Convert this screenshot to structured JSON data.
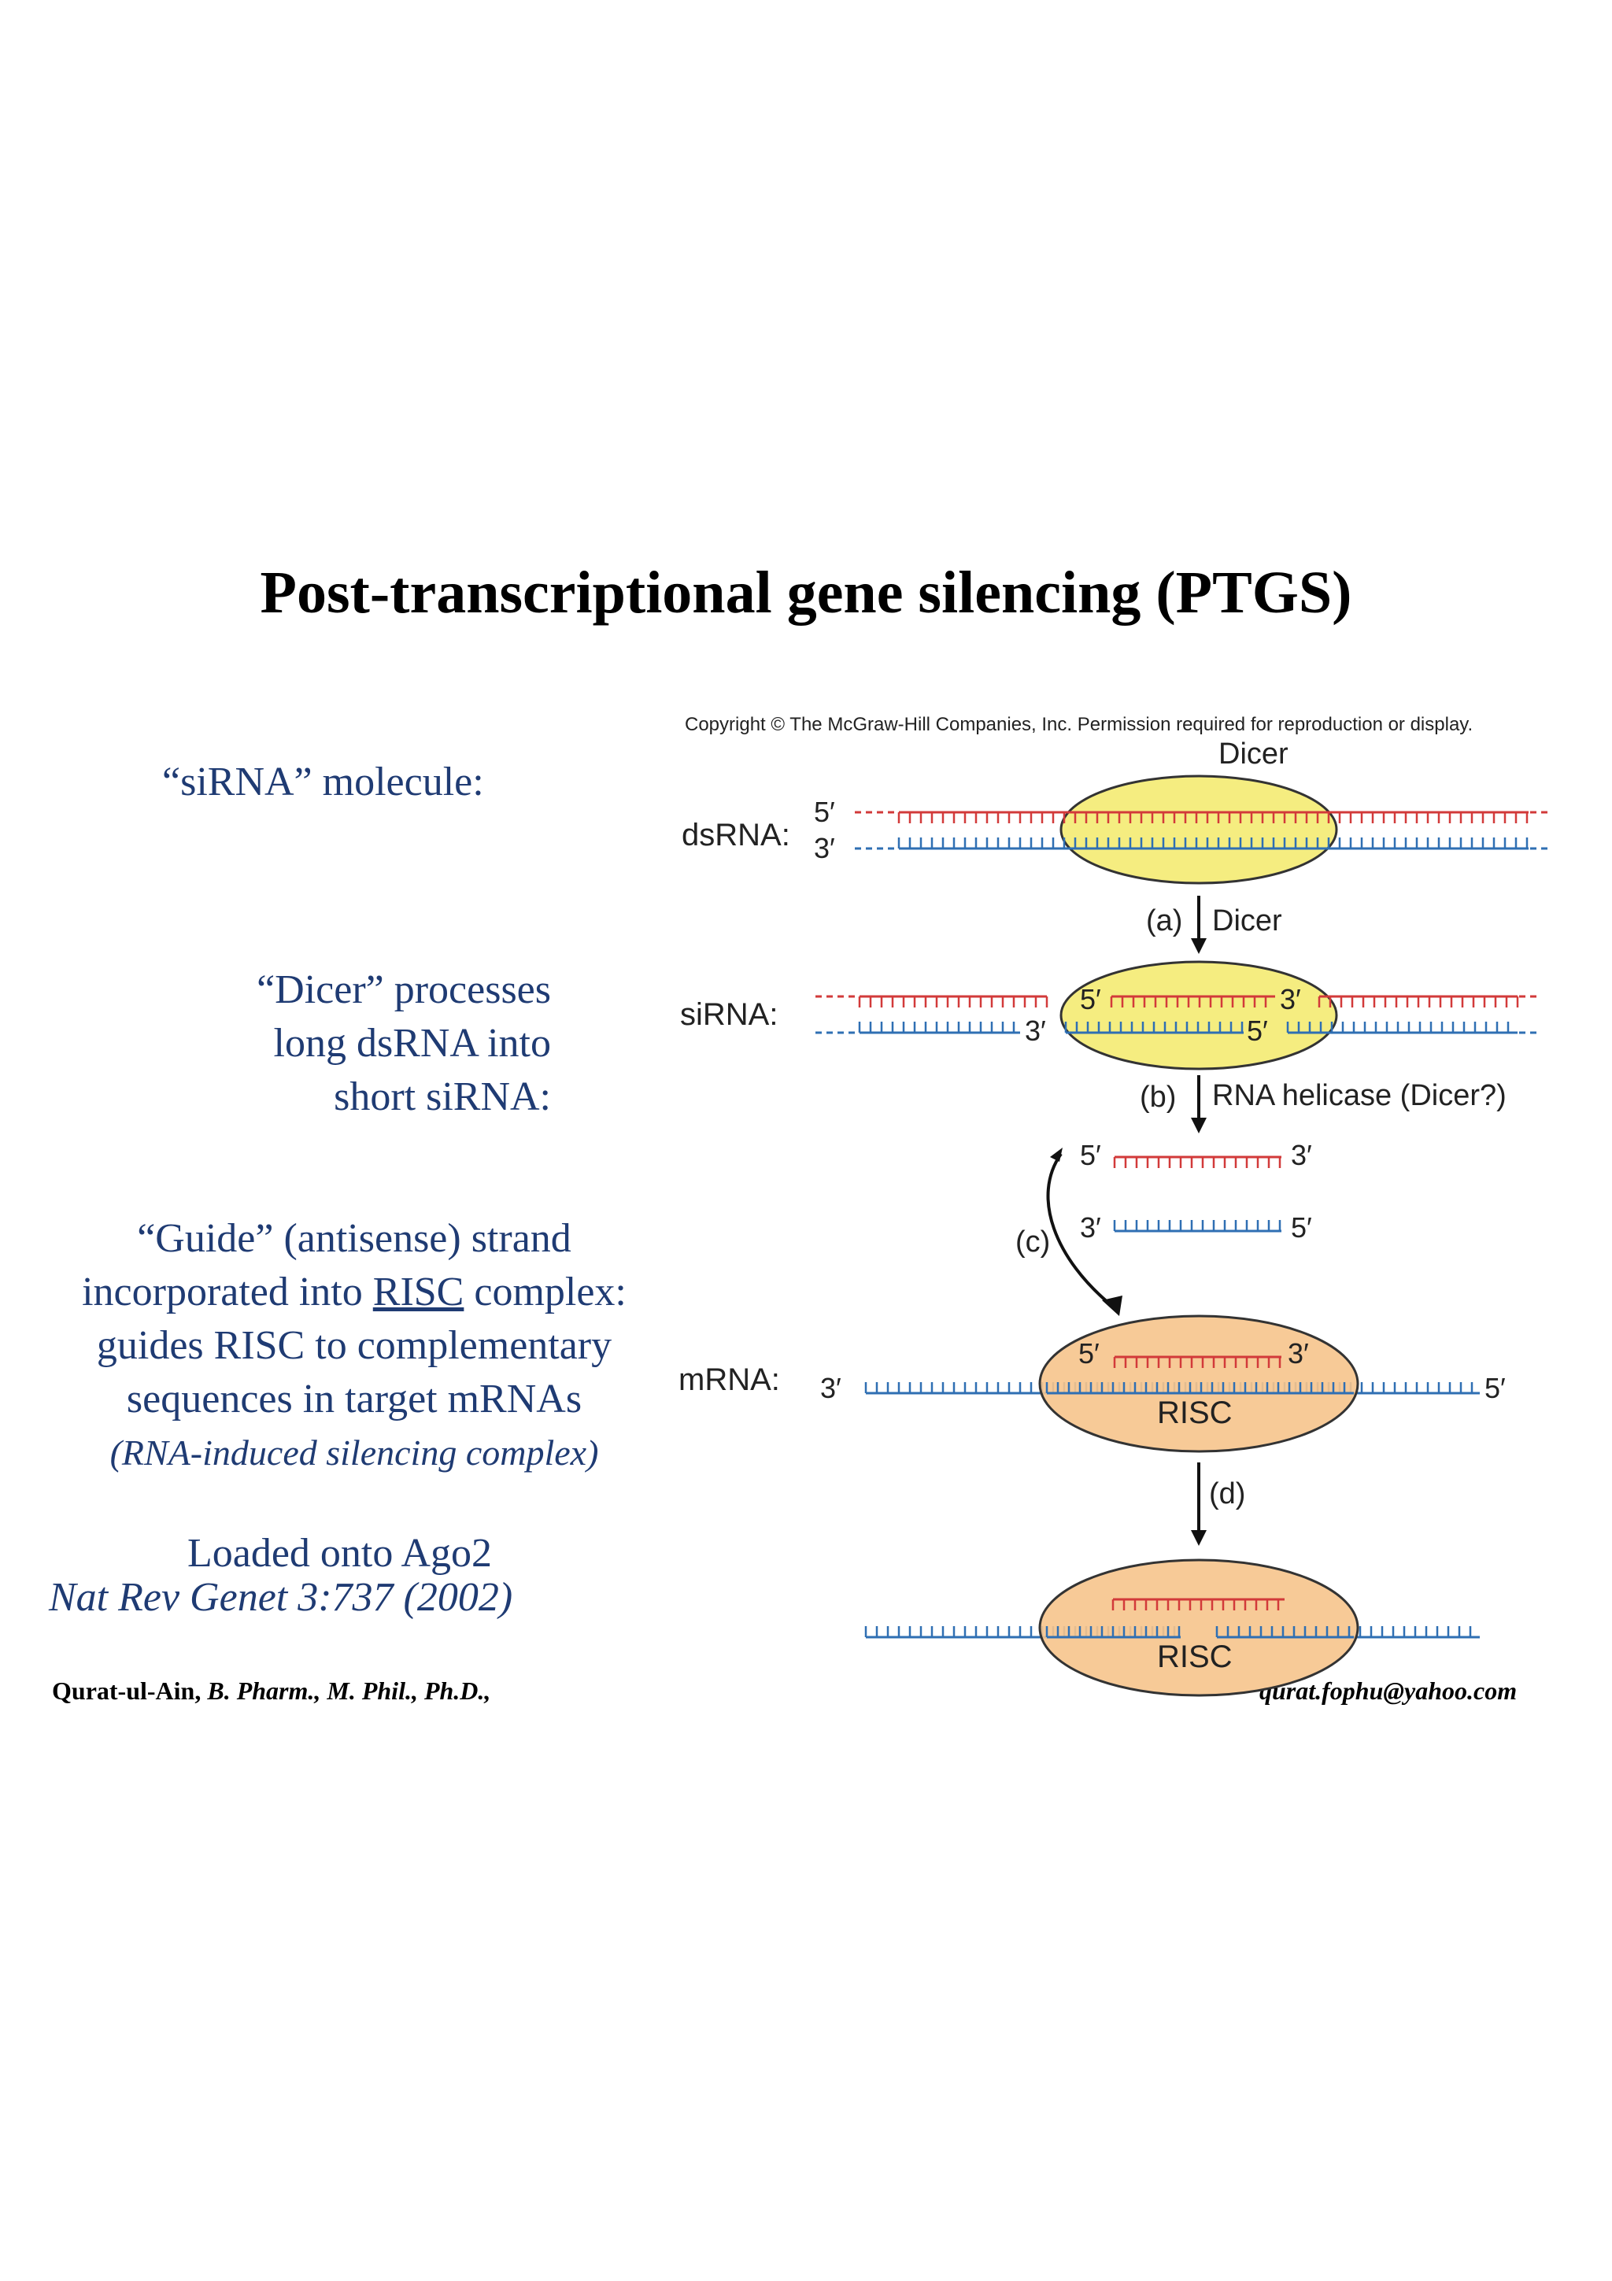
{
  "title": "Post-transcriptional gene silencing (PTGS)",
  "left": {
    "sirna_heading": "“siRNA” molecule:",
    "dicer_lines": [
      "“Dicer” processes",
      "long dsRNA into",
      "short siRNA:"
    ],
    "guide_lines": {
      "line1": "“Guide” (antisense) strand",
      "line2_pre": "incorporated into ",
      "line2_risc": "RISC",
      "line2_post": " complex:",
      "line3": "guides RISC to complementary",
      "line4": "sequences in target mRNAs",
      "line5": "(RNA-induced silencing complex)"
    },
    "loaded": "Loaded onto Ago2",
    "citation": "Nat Rev Genet 3:737 (2002)"
  },
  "footer": {
    "author_name": "Qurat-ul-Ain,",
    "author_degrees": "B. Pharm., M. Phil., Ph.D.,",
    "email": "qurat.fophu@yahoo.com"
  },
  "diagram": {
    "copyright": "Copyright © The McGraw-Hill Companies, Inc. Permission required for reproduction or display.",
    "dicer_label": "Dicer",
    "dsrna_label": "dsRNA:",
    "sirna_label": "siRNA:",
    "mrna_label": "mRNA:",
    "five_prime": "5′",
    "three_prime": "3′",
    "step_a": "(a)",
    "step_a_text": "Dicer",
    "step_b": "(b)",
    "step_b_text": "RNA helicase (Dicer?)",
    "step_c": "(c)",
    "step_d": "(d)",
    "risc_label": "RISC",
    "colors": {
      "sense_strand": "#d23a3a",
      "antisense_strand": "#2f6fb3",
      "dicer_fill": "#f3ea6a",
      "risc_fill": "#f6c48c"
    }
  }
}
